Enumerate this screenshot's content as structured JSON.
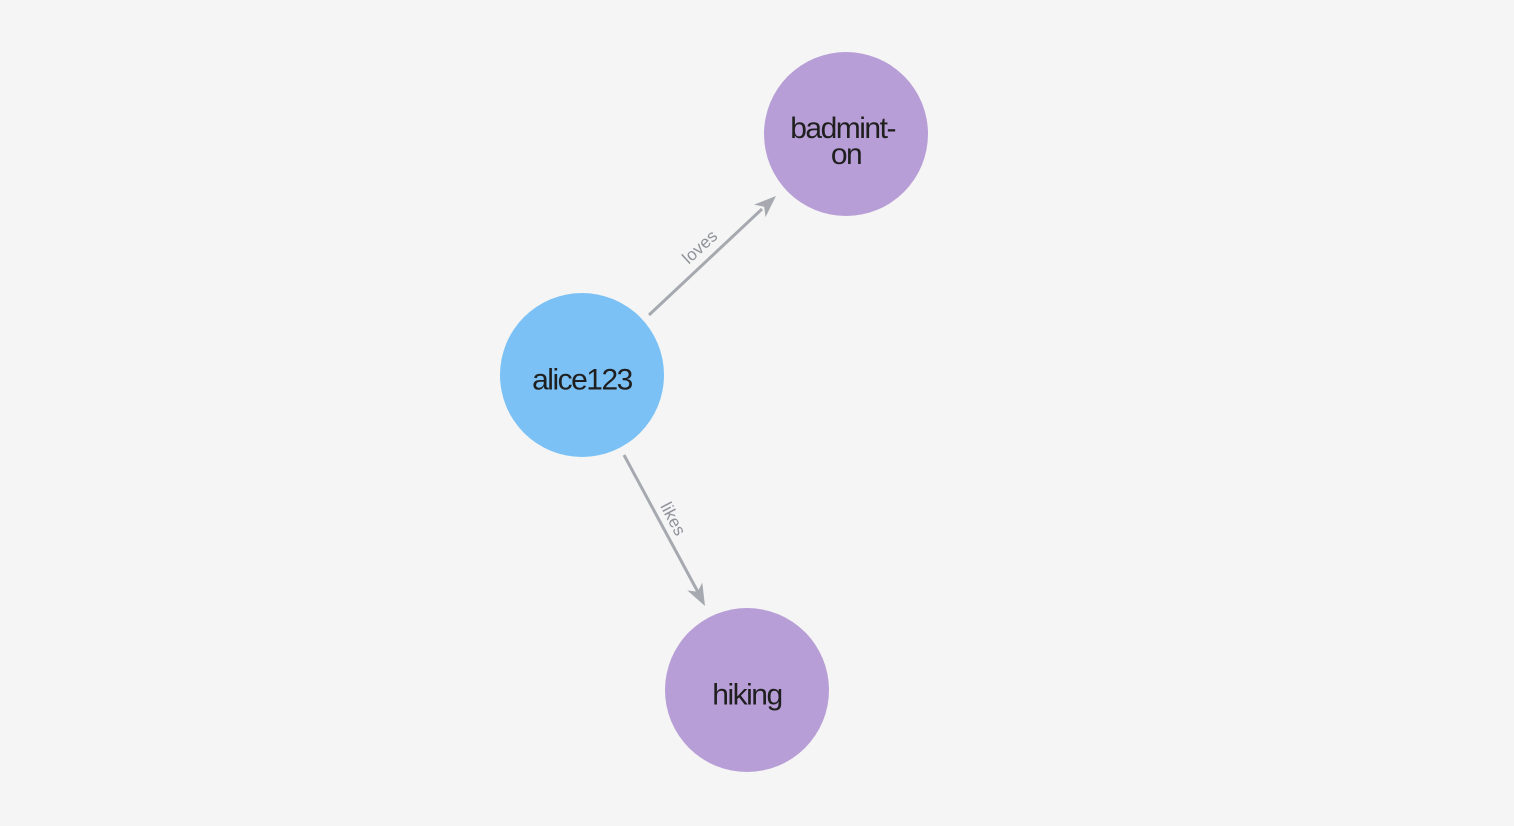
{
  "graph": {
    "background_color": "#f4f5f4",
    "edge_color": "#a6a9b0",
    "edge_label_color": "#8f9299",
    "node_text_color": "#1f1f1f",
    "nodes": {
      "alice": {
        "label": "alice123",
        "fill": "#7cc1f5"
      },
      "badminton": {
        "label": "badminton",
        "line1": "badmint-",
        "line2": "on",
        "fill": "#b89ed6"
      },
      "hiking": {
        "label": "hiking",
        "fill": "#b89ed6"
      }
    },
    "edges": {
      "loves": {
        "label": "loves",
        "from": "alice123",
        "to": "badminton"
      },
      "likes": {
        "label": "likes",
        "from": "alice123",
        "to": "hiking"
      }
    }
  }
}
